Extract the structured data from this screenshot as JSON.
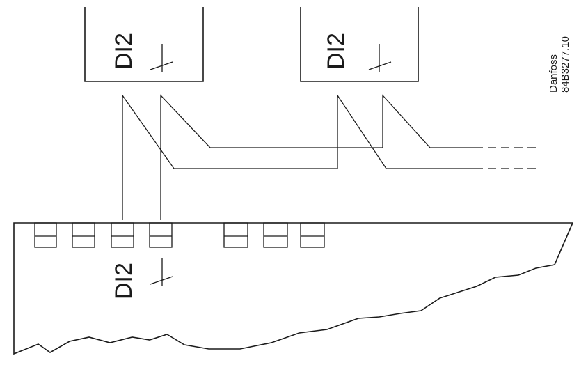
{
  "devices": [
    {
      "label": "DI2"
    },
    {
      "label": "DI2"
    }
  ],
  "controller": {
    "terminal_label": "DI2"
  },
  "footer": {
    "brand": "Danfoss",
    "code": "84B3277.10"
  }
}
